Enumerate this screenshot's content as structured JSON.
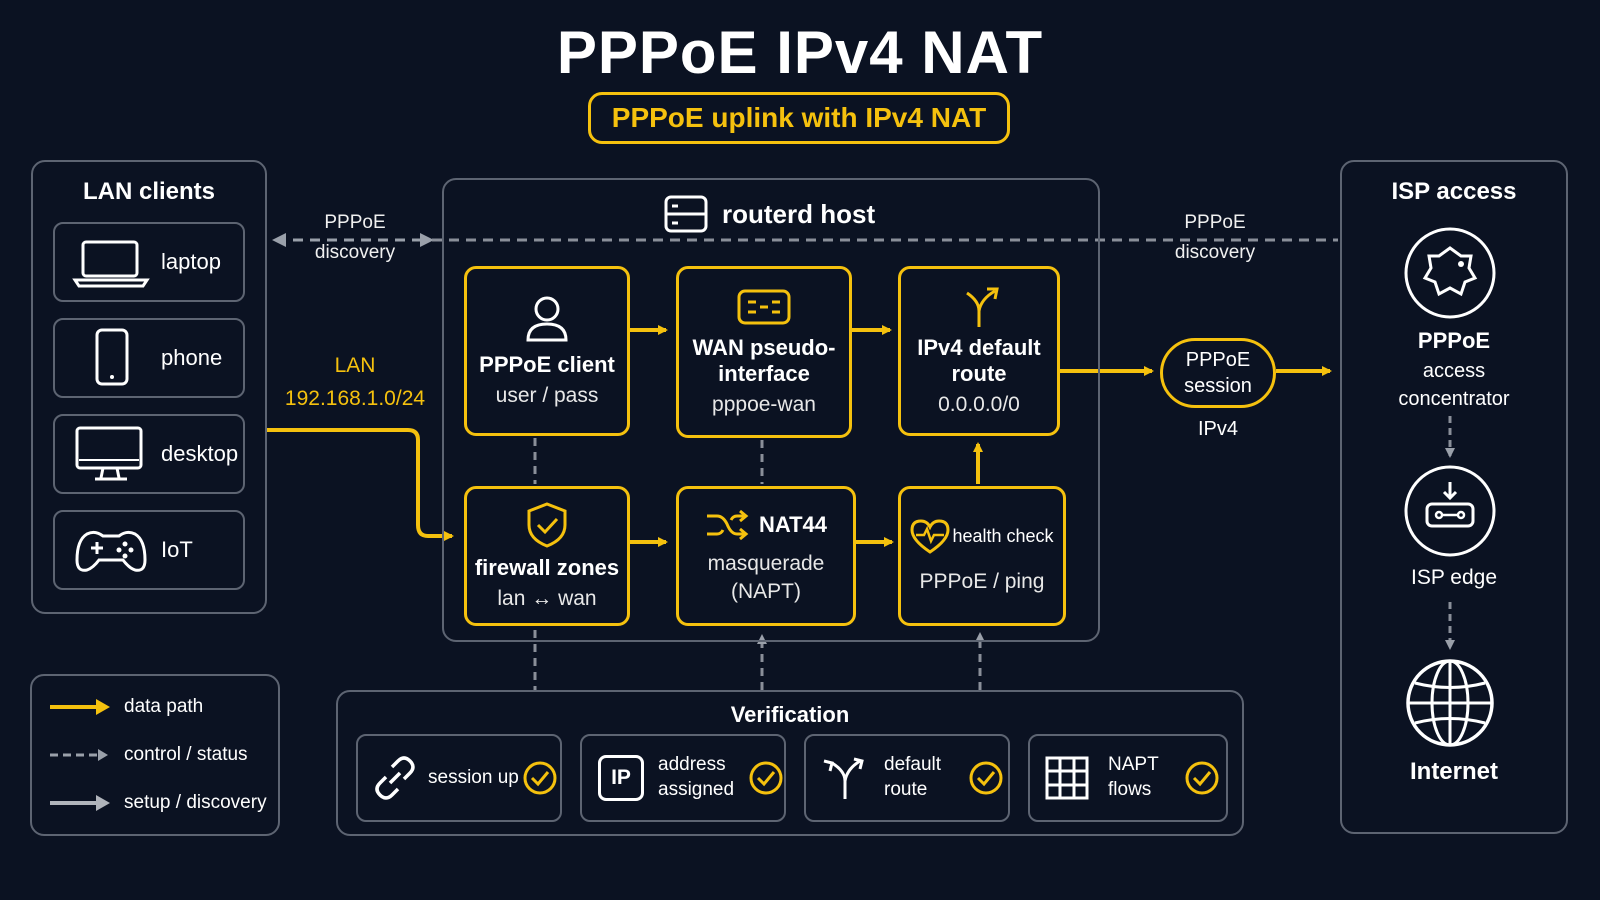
{
  "title": "PPPoE IPv4 NAT",
  "subtitle": "PPPoE uplink with IPv4 NAT",
  "lan": {
    "title": "LAN clients",
    "clients": [
      {
        "label": "laptop",
        "icon": "laptop-icon"
      },
      {
        "label": "phone",
        "icon": "phone-icon"
      },
      {
        "label": "desktop",
        "icon": "desktop-icon"
      },
      {
        "label": "IoT",
        "icon": "gamepad-icon"
      }
    ],
    "subnet_label": "LAN",
    "subnet": "192.168.1.0/24"
  },
  "discovery_left": {
    "line1": "PPPoE",
    "line2": "discovery"
  },
  "discovery_right": {
    "line1": "PPPoE",
    "line2": "discovery"
  },
  "host": {
    "title": "routerd host",
    "boxes": {
      "pppoe_client": {
        "title": "PPPoE client",
        "sub": "user / pass"
      },
      "wan_if": {
        "title": "WAN pseudo-interface",
        "sub": "pppoe-wan"
      },
      "default_route": {
        "title": "IPv4 default route",
        "sub": "0.0.0.0/0"
      },
      "firewall": {
        "title": "firewall zones",
        "sub": "lan ↔ wan"
      },
      "nat": {
        "title": "NAT44",
        "sub1": "masquerade",
        "sub2": "(NAPT)"
      },
      "health": {
        "title": "health check",
        "sub": "PPPoE / ping"
      }
    }
  },
  "session": {
    "line1": "PPPoE",
    "line2": "session",
    "below": "IPv4"
  },
  "isp": {
    "title": "ISP access",
    "concentrator": {
      "line1": "PPPoE",
      "line2": "access",
      "line3": "concentrator"
    },
    "edge": "ISP edge",
    "internet": "Internet"
  },
  "verification": {
    "title": "Verification",
    "items": [
      {
        "line1": "session up",
        "line2": "",
        "icon": "link-icon"
      },
      {
        "line1": "address",
        "line2": "assigned",
        "icon": "ip-icon",
        "icon_text": "IP"
      },
      {
        "line1": "default",
        "line2": "route",
        "icon": "route-icon"
      },
      {
        "line1": "NAPT",
        "line2": "flows",
        "icon": "grid-icon"
      }
    ]
  },
  "legend": {
    "items": [
      {
        "label": "data path",
        "style": "solid-yellow"
      },
      {
        "label": "control / status",
        "style": "dashed-gray"
      },
      {
        "label": "setup / discovery",
        "style": "solid-gray"
      }
    ]
  },
  "colors": {
    "background": "#0b1222",
    "accent": "#f5c10e",
    "border": "#5d6472",
    "dashed": "#8a8f99"
  }
}
